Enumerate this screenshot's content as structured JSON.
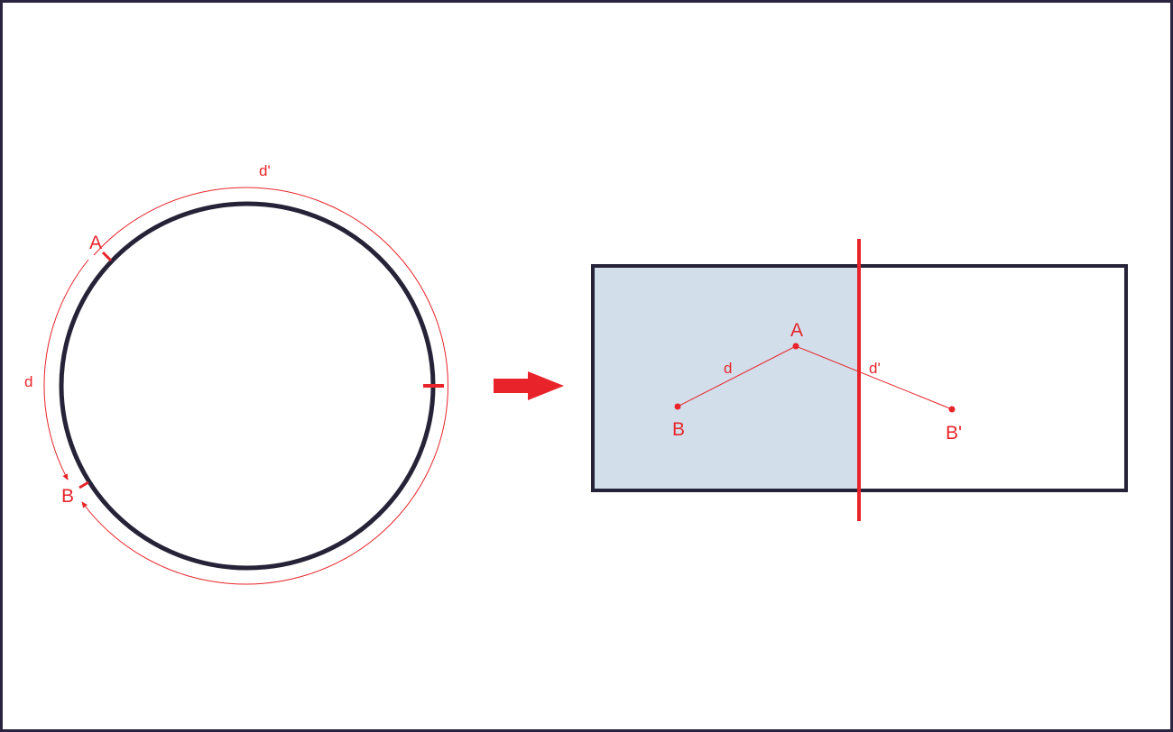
{
  "colors": {
    "frame": "#2a2440",
    "shape": "#262338",
    "accent": "#e8242a",
    "shaded_region": "#d2dfea",
    "background": "#ffffff"
  },
  "circle_figure": {
    "arc_label_top": "d'",
    "arc_label_left": "d",
    "point_a": "A",
    "point_b": "B"
  },
  "rectangle_figure": {
    "point_a": "A",
    "point_b": "B",
    "point_b_prime": "B'",
    "segment_ab_label": "d",
    "segment_ab_prime_label": "d'"
  }
}
